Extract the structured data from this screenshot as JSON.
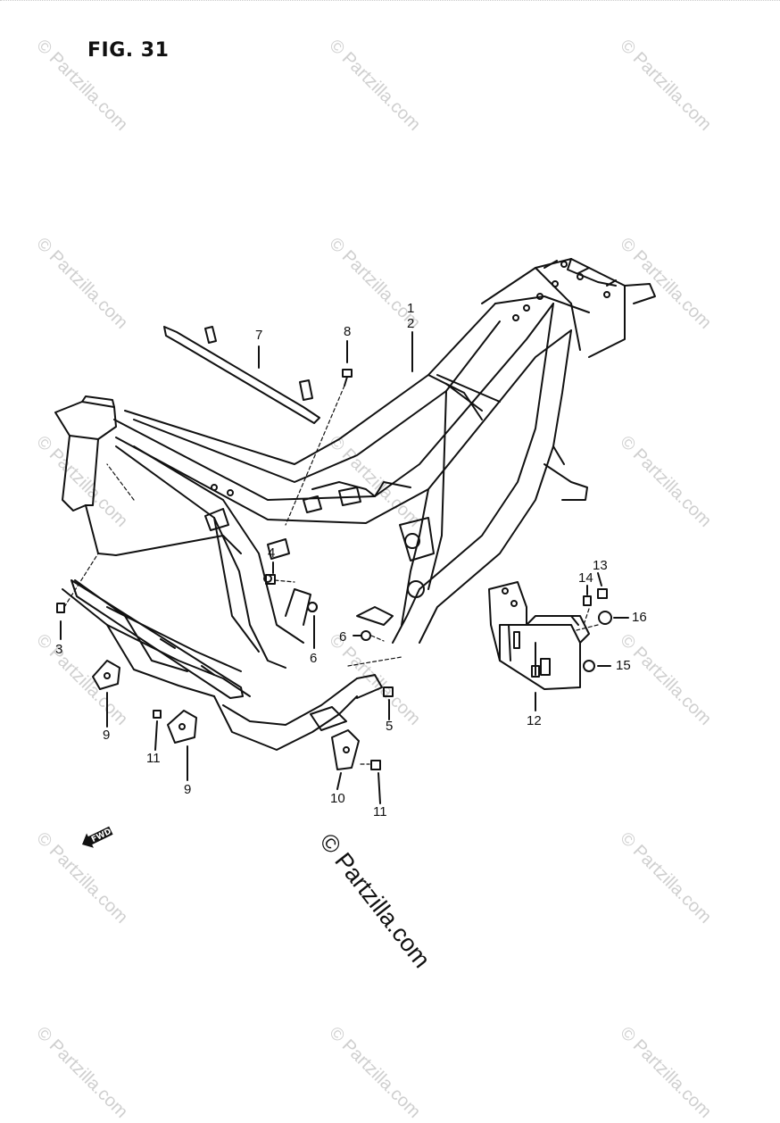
{
  "figure": {
    "title": "FIG. 31"
  },
  "callouts": {
    "c1": "1",
    "c2": "2",
    "c3": "3",
    "c4": "4",
    "c5": "5",
    "c6a": "6",
    "c6b": "6",
    "c7": "7",
    "c8": "8",
    "c9a": "9",
    "c9b": "9",
    "c10": "10",
    "c11a": "11",
    "c11b": "11",
    "c12": "12",
    "c13": "13",
    "c14": "14",
    "c15": "15",
    "c16": "16"
  },
  "forward_arrow": {
    "label": "FWD",
    "icon": "forward-arrow-icon"
  },
  "watermark": {
    "text": "© Partzilla.com",
    "color": "#cfcfcf"
  },
  "colors": {
    "line": "#111111",
    "background": "#ffffff"
  }
}
